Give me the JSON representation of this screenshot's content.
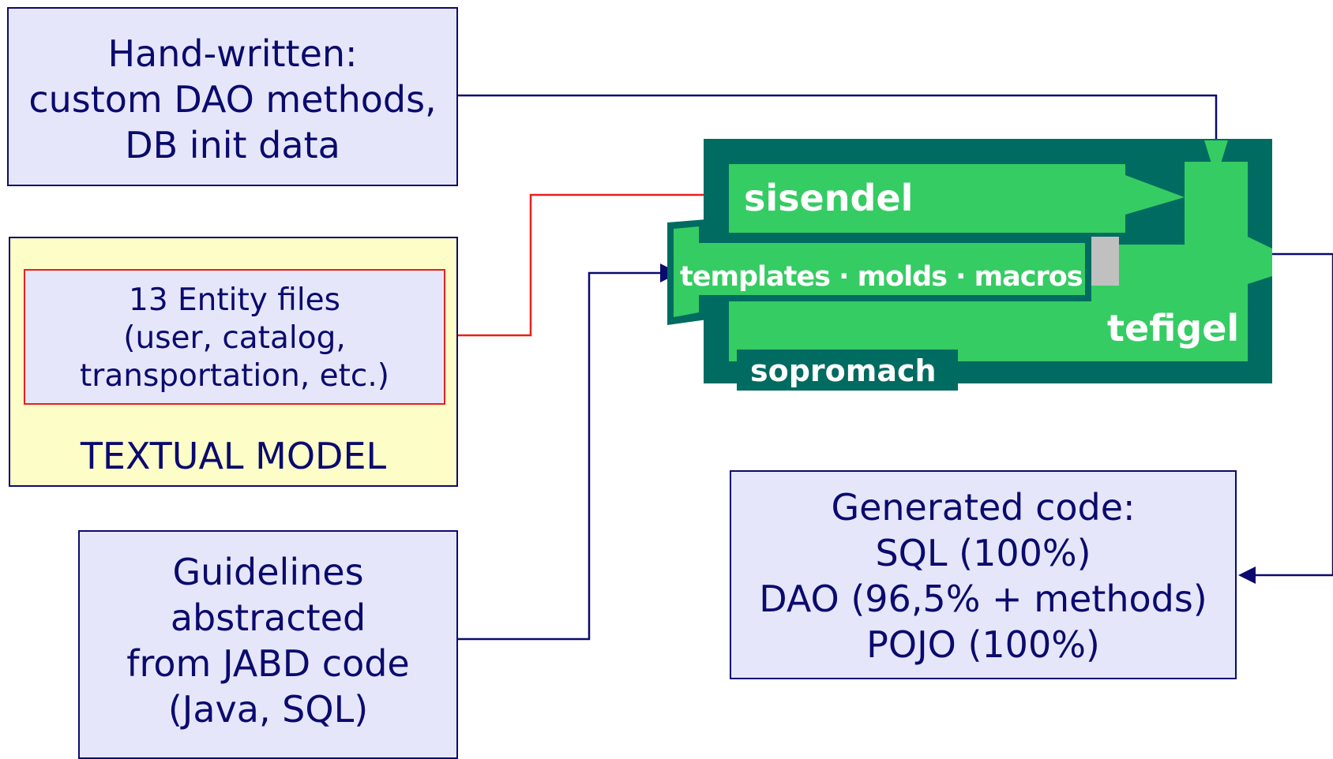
{
  "handwritten": {
    "lines": [
      "Hand-written:",
      "custom DAO methods,",
      "DB init data"
    ]
  },
  "textual_model": {
    "entity_lines": [
      "13 Entity files",
      "(user, catalog,",
      "transportation, etc.)"
    ],
    "label": "TEXTUAL MODEL"
  },
  "guidelines": {
    "lines": [
      "Guidelines",
      "abstracted",
      "from JABD code",
      "(Java, SQL)"
    ]
  },
  "generated": {
    "lines": [
      "Generated code:",
      "SQL (100%)",
      "DAO (96,5% + methods)",
      "POJO (100%)"
    ]
  },
  "machine": {
    "sisendel": "sisendel",
    "templates": "templates · molds · macros",
    "tefigel": "tefigel",
    "sopromach": "sopromach"
  },
  "colors": {
    "box_fill": "#e6e6fa",
    "box_border": "#0a0a6e",
    "model_fill": "#fdfdc8",
    "red": "#e8201c",
    "machine_dark": "#006b60",
    "machine_green": "#35cc63",
    "grey": "#c0c0c0"
  }
}
